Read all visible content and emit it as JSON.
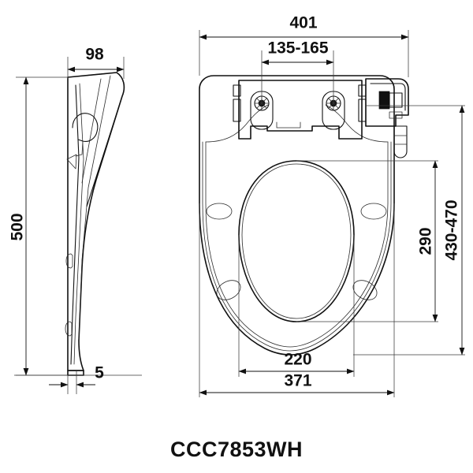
{
  "drawing": {
    "title": "CCC7853WH",
    "background_color": "#ffffff",
    "line_color": "#111111",
    "views": {
      "side_view": {
        "name": "side-elevation-view",
        "dimensions": {
          "width_top": "98",
          "height_overall": "500",
          "thickness_base": "5"
        }
      },
      "plan_view": {
        "name": "top-plan-view",
        "dimensions": {
          "overall_width": "401",
          "hinge_spacing": "135-165",
          "bowl_opening_width": "220",
          "seat_width": "371",
          "bowl_opening_length": "290",
          "overall_length": "430-470"
        }
      }
    },
    "labels": {
      "d_98": "98",
      "d_500": "500",
      "d_5": "5",
      "d_401": "401",
      "d_135_165": "135-165",
      "d_220": "220",
      "d_371": "371",
      "d_290": "290",
      "d_430_470": "430-470"
    }
  }
}
